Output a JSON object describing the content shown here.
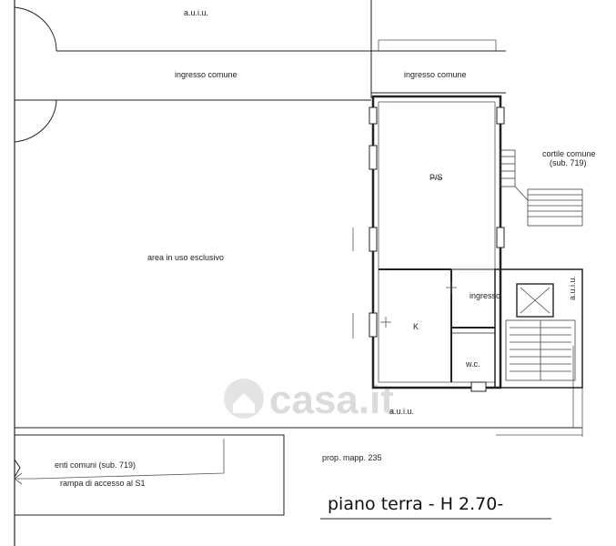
{
  "labels": {
    "auiu_top": "a.u.i.u.",
    "ingresso_comune_left": "ingresso comune",
    "ingresso_comune_right": "ingresso comune",
    "cortile_comune": "cortile comune",
    "sub_719_cortile": "(sub. 719)",
    "ps": "P/S",
    "area_esclusivo": "area in uso esclusivo",
    "ingresso": "ingresso",
    "k": "K",
    "wc": "w.c.",
    "auiu_bottom": "a.u.i.u.",
    "auiu_vertical": "a.u.i.u.",
    "enti_comuni": "enti comuni (sub. 719)",
    "rampa": "rampa di accesso al S1",
    "prop_mapp": "prop. mapp. 235",
    "title": "piano terra - H 2.70-"
  },
  "watermark": {
    "text": "casa.it",
    "icon": "house-icon",
    "color": "#d8d8d8"
  },
  "colors": {
    "line": "#222222",
    "background": "#ffffff"
  }
}
